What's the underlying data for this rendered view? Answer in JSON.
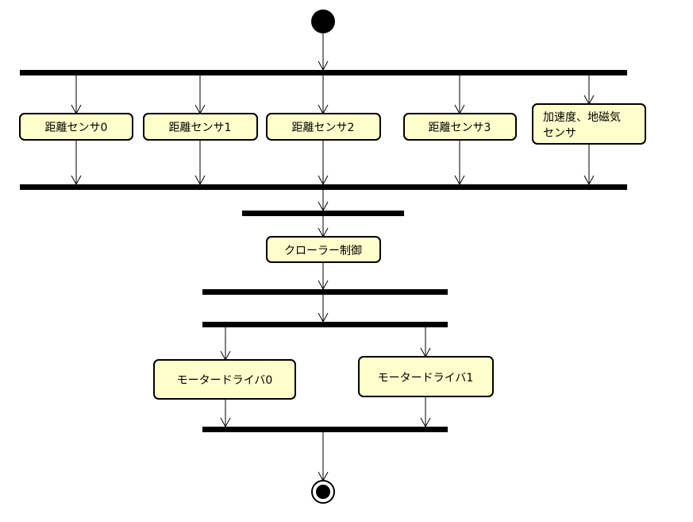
{
  "diagram": {
    "type": "UML activity diagram",
    "colors": {
      "action_fill": "#ffffcc",
      "stroke": "#000000",
      "background": "#ffffff"
    },
    "nodes": {
      "initial": {
        "kind": "initial-node"
      },
      "final": {
        "kind": "final-node"
      },
      "sensor0": {
        "kind": "action",
        "label": "距離センサ0"
      },
      "sensor1": {
        "kind": "action",
        "label": "距離センサ1"
      },
      "sensor2": {
        "kind": "action",
        "label": "距離センサ2"
      },
      "sensor3": {
        "kind": "action",
        "label": "距離センサ3"
      },
      "accel": {
        "kind": "action",
        "label_lines": [
          "加速度、地磁気",
          "センサ"
        ]
      },
      "crawler": {
        "kind": "action",
        "label": "クローラー制御"
      },
      "motor0": {
        "kind": "action",
        "label": "モータードライバ0"
      },
      "motor1": {
        "kind": "action",
        "label": "モータードライバ1"
      }
    },
    "bars": [
      "fork-sensors",
      "join-sensors",
      "sync-crawler-in",
      "sync-crawler-out",
      "fork-motors",
      "join-motors"
    ]
  }
}
